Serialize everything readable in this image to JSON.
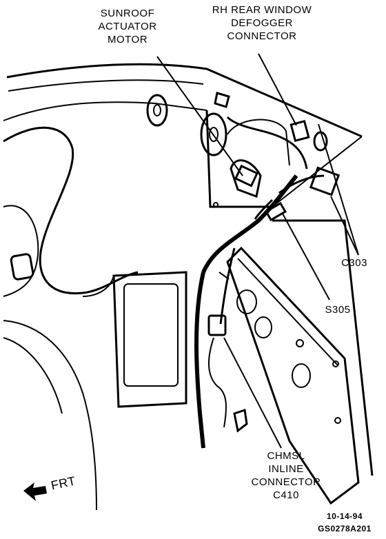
{
  "labels": {
    "sunroof_motor": [
      "SUNROOF",
      "ACTUATOR",
      "MOTOR"
    ],
    "defogger_connector": [
      "RH REAR WINDOW",
      "DEFOGGER",
      "CONNECTOR"
    ],
    "c303": "C303",
    "s305": "S305",
    "chmsl_connector": [
      "CHMSL",
      "INLINE",
      "CONNECTOR",
      "C410"
    ],
    "front_arrow": "FRT",
    "date": "10-14-94",
    "figure_id": "GS0278A201"
  }
}
